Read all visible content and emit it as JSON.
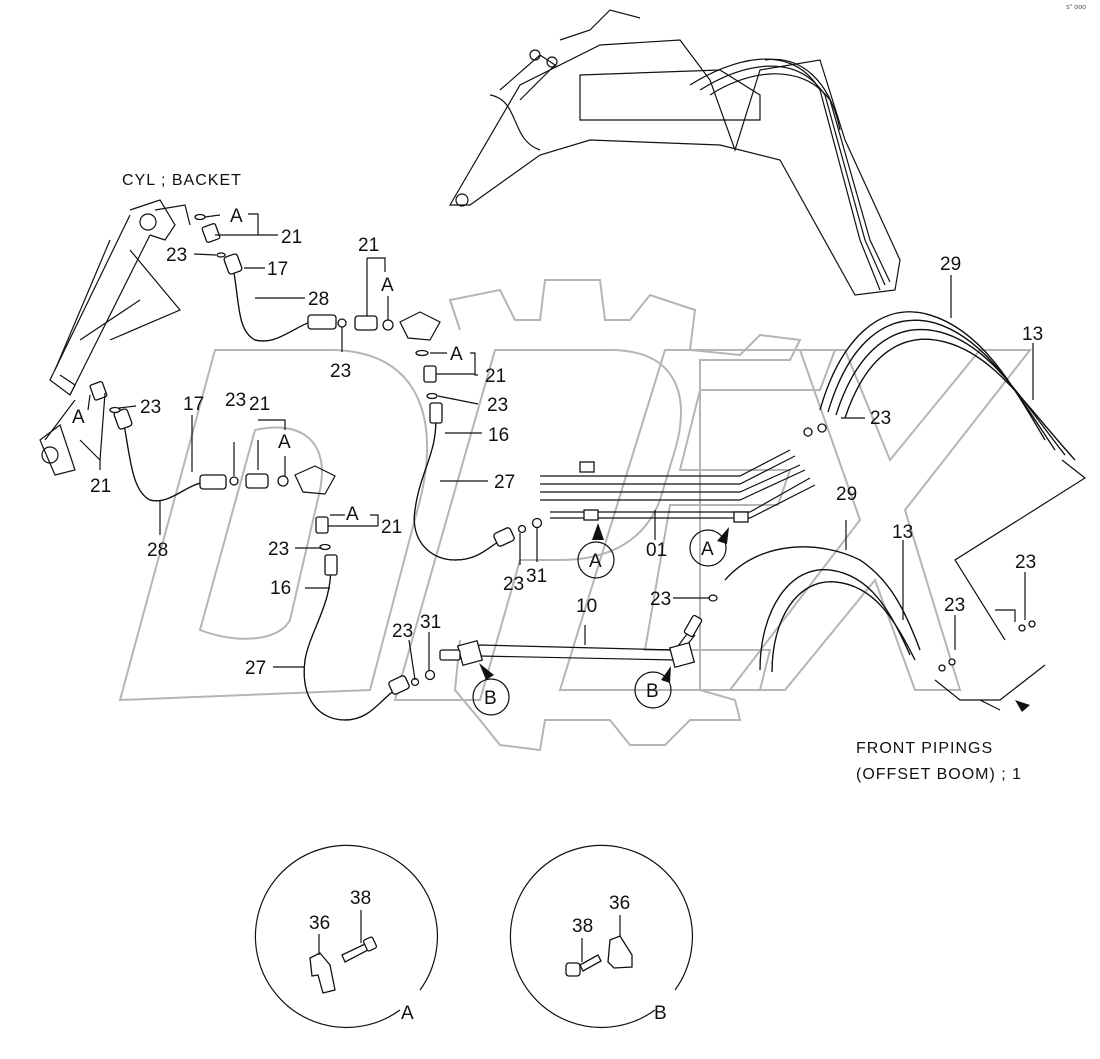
{
  "corner_mark": "s° ooo",
  "captions": {
    "cylinder": "CYL ; BACKET",
    "front_pipings_line1": "FRONT PIPINGS",
    "front_pipings_line2": "(OFFSET BOOM) ; 1"
  },
  "watermark": "OPEX",
  "callouts": {
    "c21a": "21",
    "cAa": "A",
    "c23a": "23",
    "c17a": "17",
    "c28a": "28",
    "c21b": "21",
    "cAb": "A",
    "c23b": "23",
    "cAc": "A",
    "c21c": "21",
    "c23c": "23",
    "c16a": "16",
    "c27a": "27",
    "c23d": "23",
    "c17b": "17",
    "c23e": "23",
    "c21d": "21",
    "cAd": "A",
    "cAe": "A",
    "c21e": "21",
    "c28b": "28",
    "cAf": "A",
    "c21f": "21",
    "cAg": "A",
    "c21g": "21",
    "c23f": "23",
    "c16b": "16",
    "c27b": "27",
    "c23g": "23",
    "c31a": "31",
    "c01": "01",
    "c23h": "23",
    "c31b": "31",
    "c10": "10",
    "c23i": "23",
    "c29a": "29",
    "c13a": "13",
    "c23j": "23",
    "c29b": "29",
    "c13b": "13",
    "c23k": "23",
    "c23l": "23"
  },
  "clamp_markers": {
    "a1": "A",
    "a2": "A",
    "b1": "B",
    "b2": "B"
  },
  "detail_views": [
    {
      "id": "A",
      "label": "A",
      "parts": [
        "36",
        "38"
      ]
    },
    {
      "id": "B",
      "label": "B",
      "parts": [
        "38",
        "36"
      ]
    }
  ]
}
